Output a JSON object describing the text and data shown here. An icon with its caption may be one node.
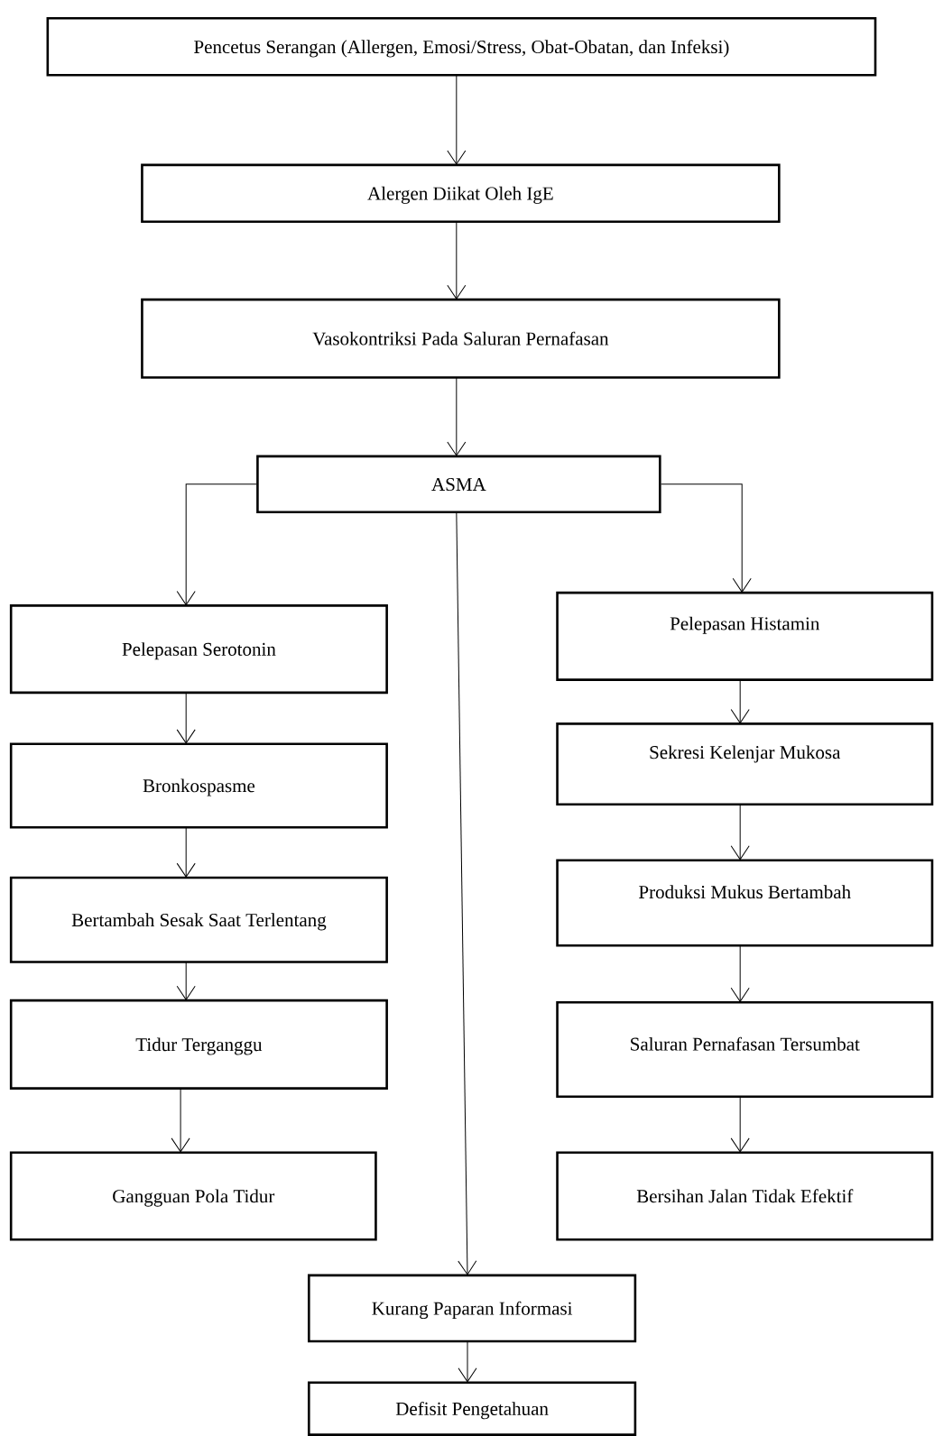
{
  "diagram": {
    "nodes": [
      {
        "text": [
          "Pencetus Serangan (Allergen, Emosi/Stress, Obat-Obatan, dan Infeksi)"
        ]
      },
      {
        "text": [
          "Alergen Diikat Oleh IgE"
        ]
      },
      {
        "text": [
          "Vasokontriksi Pada Saluran Pernafasan"
        ]
      },
      {
        "text": [
          "ASMA"
        ]
      },
      {
        "text": [
          "Pelepasan Histamin"
        ]
      },
      {
        "text": [
          "Pelepasan Serotonin"
        ]
      },
      {
        "text": [
          "Sekresi Kelenjar Mukosa"
        ]
      },
      {
        "text": [
          "Bronkospasme"
        ]
      },
      {
        "text": [
          "Produksi Mukus Bertambah"
        ]
      },
      {
        "text": [
          "Bertambah Sesak Saat Terlentang"
        ]
      },
      {
        "text": [
          "Tidur Terganggu"
        ]
      },
      {
        "text": [
          "Saluran Pernafasan Tersumbat"
        ]
      },
      {
        "text": [
          "Gangguan Pola Tidur"
        ]
      },
      {
        "text": [
          "Bersihan Jalan Tidak Efektif"
        ]
      },
      {
        "text": [
          "Kurang Paparan Informasi"
        ]
      },
      {
        "text": [
          "Defisit Pengetahuan"
        ]
      }
    ],
    "edges": [
      {
        "from": 0,
        "to": 1,
        "arrow": "to"
      },
      {
        "from": 1,
        "to": 2,
        "arrow": "to"
      },
      {
        "from": 2,
        "to": 3,
        "arrow": "to"
      },
      {
        "from": 3,
        "to": 5,
        "arrow": "to"
      },
      {
        "from": 3,
        "to": 4,
        "arrow": "to"
      },
      {
        "from": 3,
        "to": 14,
        "arrow": "to"
      },
      {
        "from": 5,
        "to": 7,
        "arrow": "to"
      },
      {
        "from": 7,
        "to": 9,
        "arrow": "to"
      },
      {
        "from": 9,
        "to": 10,
        "arrow": "to"
      },
      {
        "from": 10,
        "to": 12,
        "arrow": "to"
      },
      {
        "from": 4,
        "to": 6,
        "arrow": "to"
      },
      {
        "from": 6,
        "to": 8,
        "arrow": "to"
      },
      {
        "from": 8,
        "to": 11,
        "arrow": "to"
      },
      {
        "from": 11,
        "to": 13,
        "arrow": "to"
      },
      {
        "from": 14,
        "to": 15,
        "arrow": "to"
      }
    ]
  }
}
